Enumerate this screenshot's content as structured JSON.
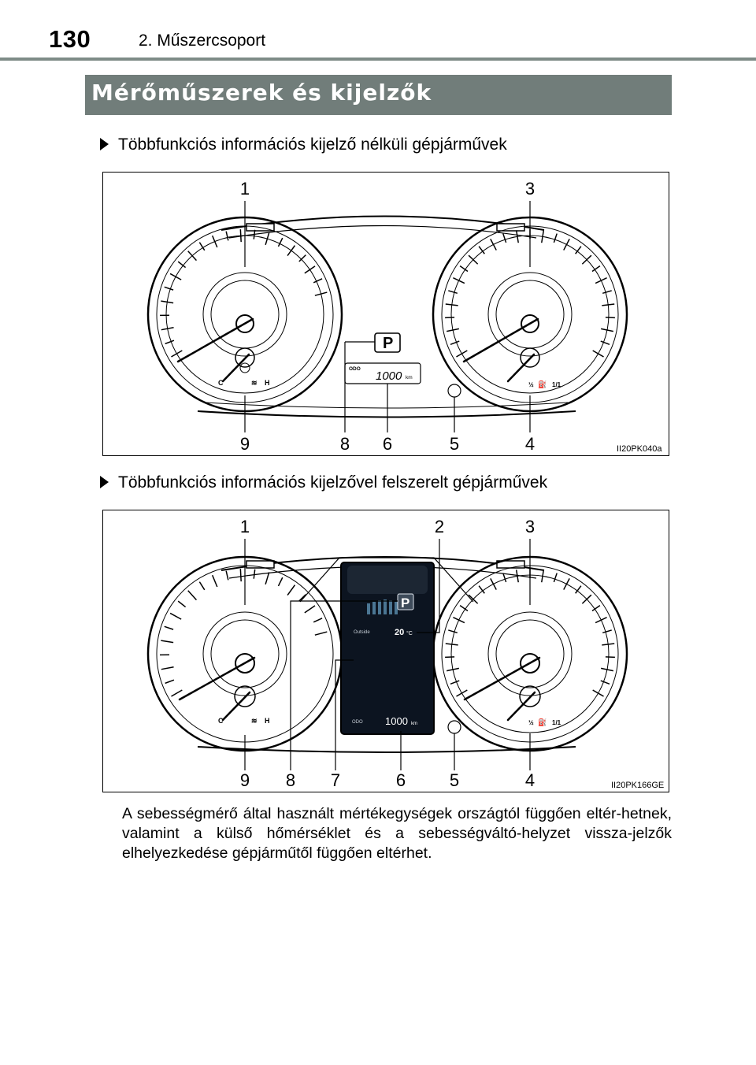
{
  "header": {
    "page_number": "130",
    "chapter": "2. Műszercsoport"
  },
  "section": {
    "title": "Mérőműszerek és kijelzők"
  },
  "figure1": {
    "caption": "Többfunkciós információs kijelző nélküli gépjárművek",
    "callouts_top": [
      "1",
      "3"
    ],
    "callouts_bottom": [
      "9",
      "8",
      "6",
      "5",
      "4"
    ],
    "code": "II20PK040a",
    "odo_label": "ODO",
    "odo_value": "1000",
    "odo_unit": "km",
    "gear": "P",
    "temp_cold": "C",
    "temp_hot": "H",
    "fuel_half": "½",
    "fuel_full": "1/1"
  },
  "figure2": {
    "caption": "Többfunkciós információs kijelzővel felszerelt gépjárművek",
    "callouts_top": [
      "1",
      "2",
      "3"
    ],
    "callouts_bottom": [
      "9",
      "8",
      "7",
      "6",
      "5",
      "4"
    ],
    "code": "II20PK166GE",
    "gear": "P",
    "outside_label": "Outside",
    "outside_temp": "20",
    "outside_unit": "°C",
    "odo_label": "ODO",
    "odo_value": "1000",
    "odo_unit": "km",
    "temp_cold": "C",
    "temp_hot": "H",
    "fuel_half": "½",
    "fuel_full": "1/1"
  },
  "note": "A sebességmérő által használt mértékegységek országtól függően eltér-hetnek, valamint a külső hőmérséklet és a sebességváltó-helyzet vissza-jelzők elhelyezkedése gépjárműtől függően eltérhet."
}
